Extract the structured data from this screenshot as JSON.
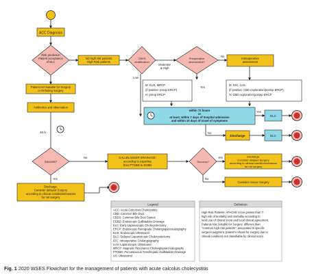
{
  "nodes": {
    "start_circle": "",
    "acc_diagnosis": "ACC Diagnosis",
    "risk_prediction": [
      "Risk prediction",
      "Patient acceptance",
      "of ELC"
    ],
    "no_high_risk": [
      "NO high risk patients",
      "High Risk patients"
    ],
    "cbds_strat": [
      "CBDS",
      "stratification"
    ],
    "moderate_high": [
      "Moderate",
      "& High"
    ],
    "low": "Low",
    "preop_assessment": [
      "Preoperative",
      "assessment?"
    ],
    "intraop_assessment": [
      "Intraoperative",
      "assessment"
    ],
    "preop_exams": [
      "M: EUS, MRCP",
      "(if positive: preop ERCP)",
      "H: preop ERCP"
    ],
    "intraop_exams": [
      "M: IOC, LUS",
      "(if positive: CBD exploration/postop ERCP)",
      "H: CBD exploration/postop ERCP"
    ],
    "yes_label": "Yes",
    "no_label": "No",
    "unsuitable_surgery": [
      "Patient not Suitable for Surgery",
      "or Refusing Surgery"
    ],
    "antibiotics": "Antibiotics and observation",
    "hours_48": "48 h",
    "within_72": [
      "within 72 hours",
      "or",
      "at least, within 7 days of hospital admission",
      "and within 10 days of onset of symptoms"
    ],
    "elc": "ELC",
    "discharge": "Discharge",
    "dlc": "DLC",
    "success_1": "Success?",
    "gallbladder_drainage": [
      "GALLBLADDER DRAINAGE:",
      "according to expertise",
      "from PTGBD to EGBD"
    ],
    "success_2": "Success?",
    "discharge_delayed_1": [
      "Discharge.",
      "Consider delayed Surgery",
      "according to clinical conditions/reasons",
      "for not surgery"
    ],
    "consider_rescue": "Consider rescue Surgery",
    "discharge_delayed_2": [
      "Discharge.",
      "Consider delayed Surgery",
      "according to clinical conditions/reasons",
      "for not surgery"
    ]
  },
  "legend": {
    "title": "Legend",
    "items": [
      "ACC: Acute Calcolous Cholecystitis",
      "CBD: Common Bile Duct",
      "CBDS: Common Bile Duct Stones",
      "EGBD: Endoscopic Gallbladder Drainage",
      "ELC: Early Laparoscopic Cholecystectomy",
      "ERCP: Endoscopic Retrograde Cholangiopancreatography",
      "EUS: Endoscopic Ultrasound",
      "DLC: Delayed Laparoscopic Cholecystectomy",
      "IOC: Intraoperative Cholangiography",
      "LUS: Laparoscopic Ultrasound",
      "MRCP: Magnetic Resonance Cholangiopancreatography",
      "PTGBD: Percutaneous Transhepatic Gallbladder Drainage",
      "US: Ultrasound"
    ]
  },
  "definition": {
    "title": "Definition",
    "lines": [
      "High Risk Patients: APACHE score greater than 7:",
      "high risk of mortality and morbidity according to",
      "local use of clinical score and local clinical agreement.",
      "",
      "Patients Not Suitable for Surgery: different than",
      "\"common high-risk patients\", associated to specific",
      "surgeon judgment, patient's refusal for surgery due to",
      "clinical conditions not classifiable by clinical score."
    ]
  },
  "caption": {
    "prefix": "Fig. 1",
    "text": " 2020 WSES Flowchart for the management of patients with acute calcolus cholecystitis"
  },
  "colors": {
    "yellow": "#f2c21b",
    "pink": "#f6b9b2",
    "red": "#c8302c",
    "cyan": "#8fd9e8",
    "blue": "#2f6fb3",
    "grey": "#d9d9d9"
  }
}
